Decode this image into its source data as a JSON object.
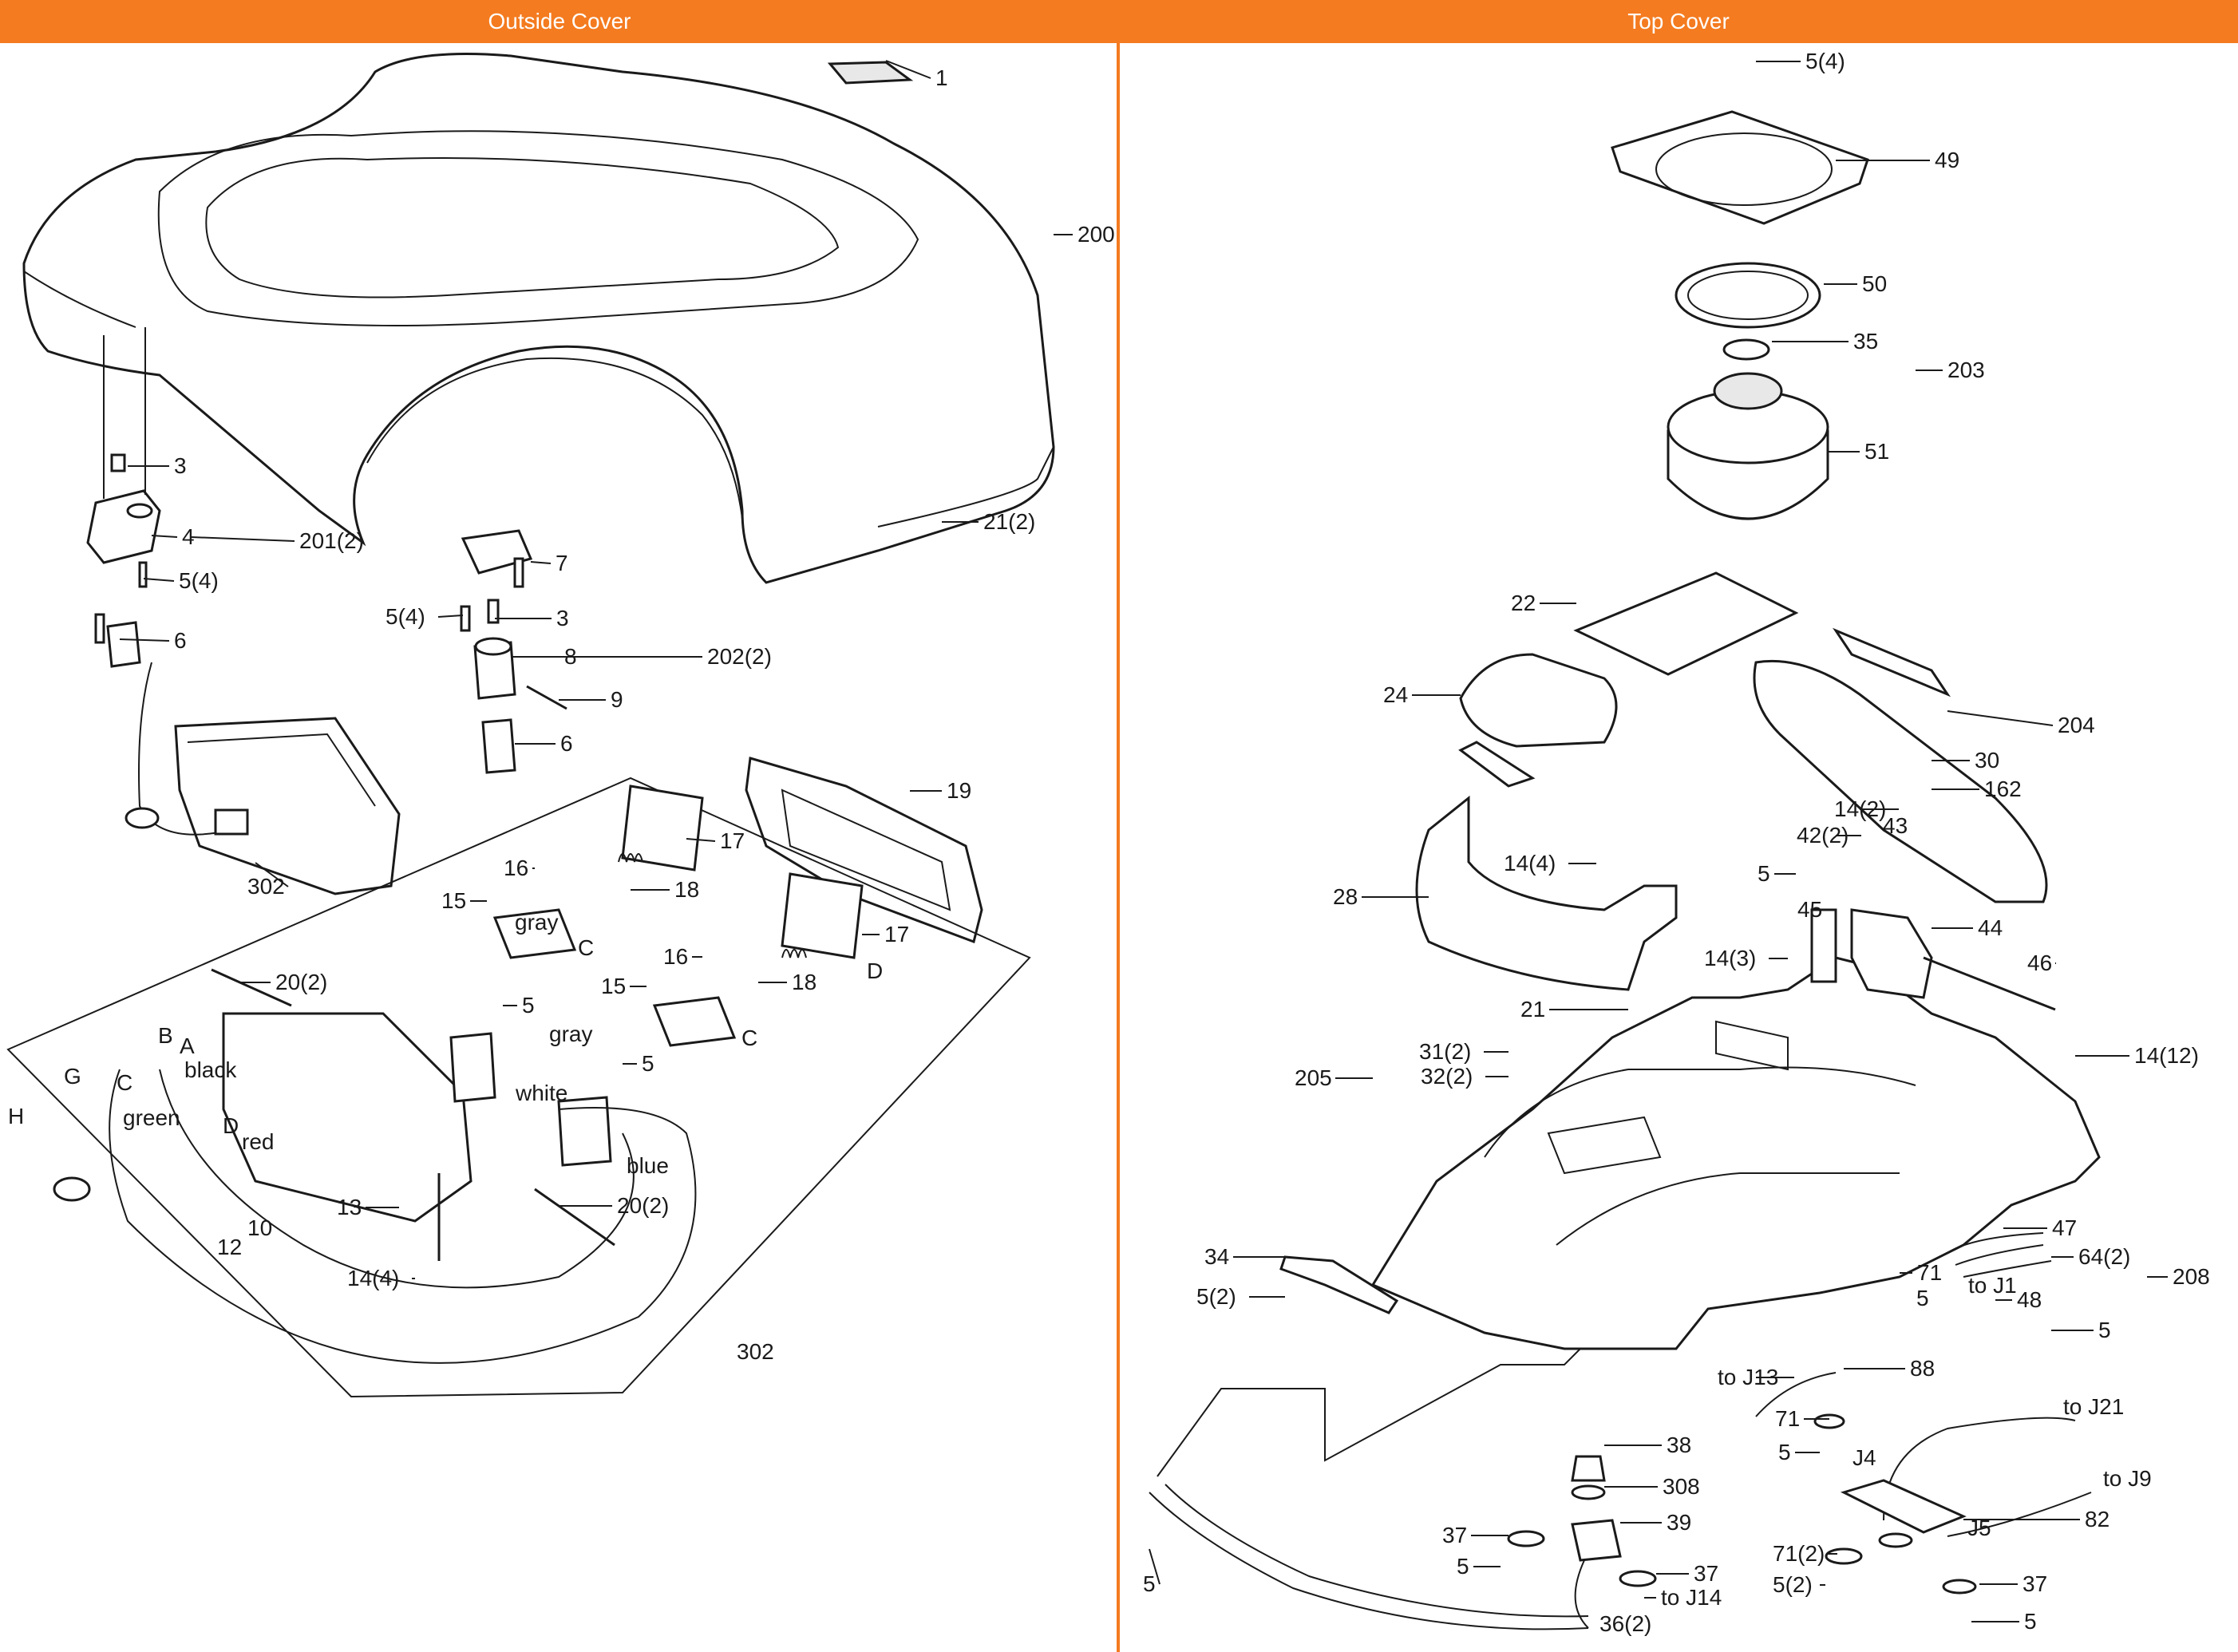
{
  "headers": {
    "left": "Outside Cover",
    "right": "Top Cover"
  },
  "accent_color": "#f47b20",
  "left_labels": [
    "1",
    "200",
    "3",
    "4",
    "201(2)",
    "5(4)",
    "6",
    "21(2)",
    "7",
    "5(4)",
    "3",
    "8",
    "202(2)",
    "9",
    "6",
    "302",
    "19",
    "17",
    "16",
    "18",
    "15",
    "gray",
    "C",
    "17",
    "16",
    "18",
    "D",
    "15",
    "C",
    "20(2)",
    "5",
    "gray",
    "5",
    "white",
    "B",
    "A",
    "black",
    "G",
    "C",
    "H",
    "green",
    "D",
    "red",
    "blue",
    "13",
    "20(2)",
    "10",
    "12",
    "14(4)",
    "302"
  ],
  "right_labels": [
    "5(4)",
    "49",
    "50",
    "35",
    "203",
    "51",
    "22",
    "24",
    "204",
    "30",
    "162",
    "28",
    "14(4)",
    "14(2)",
    "42(2)",
    "43",
    "5",
    "45",
    "44",
    "14(3)",
    "46",
    "21",
    "31(2)",
    "205",
    "32(2)",
    "14(12)",
    "47",
    "34",
    "71",
    "64(2)",
    "5(2)",
    "5",
    "to J1",
    "48",
    "208",
    "5",
    "to J13",
    "88",
    "71",
    "to J21",
    "5",
    "J4",
    "to J9",
    "38",
    "308",
    "82",
    "J5",
    "39",
    "37",
    "5",
    "71(2)",
    "37",
    "5(2)",
    "37",
    "5",
    "36(2)",
    "to J14",
    "5"
  ]
}
